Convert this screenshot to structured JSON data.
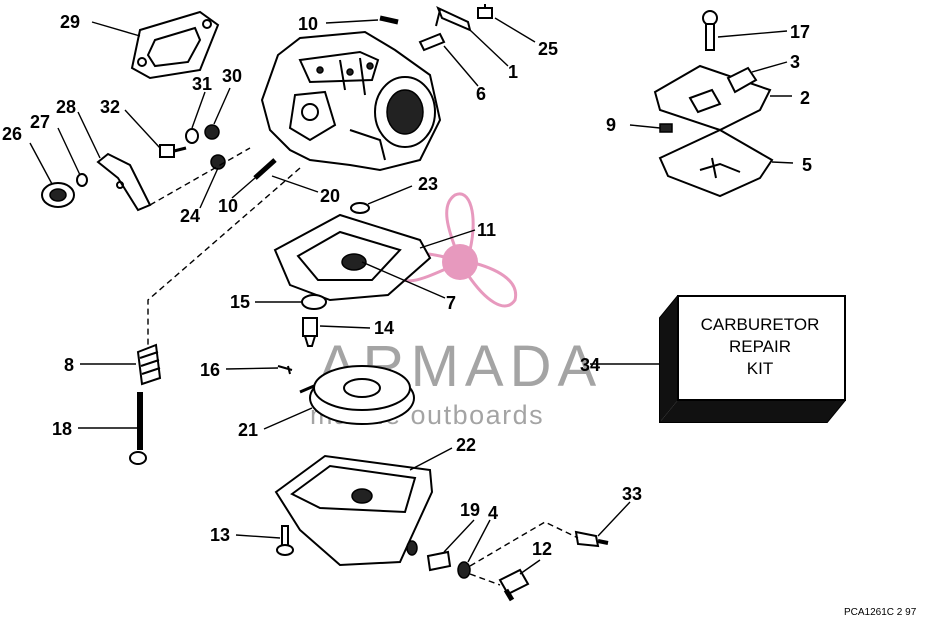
{
  "kit": {
    "line1": "CARBURETOR",
    "line2": "REPAIR",
    "line3": "KIT"
  },
  "watermark": {
    "brand": "ARMADA",
    "tagline": "marine outboards",
    "color": "#e58fb7"
  },
  "code": "PCA1261C   2 97",
  "labels": {
    "n29": "29",
    "n10a": "10",
    "n25": "25",
    "n1": "1",
    "n6": "6",
    "n17": "17",
    "n3": "3",
    "n2": "2",
    "n9": "9",
    "n5": "5",
    "n31": "31",
    "n30": "30",
    "n28": "28",
    "n32": "32",
    "n27": "27",
    "n26": "26",
    "n24": "24",
    "n10b": "10",
    "n20": "20",
    "n23": "23",
    "n11": "11",
    "n7": "7",
    "n15": "15",
    "n14": "14",
    "n34": "34",
    "n8": "8",
    "n16": "16",
    "n18": "18",
    "n21": "21",
    "n22": "22",
    "n33": "33",
    "n13": "13",
    "n19": "19",
    "n4": "4",
    "n12": "12"
  }
}
